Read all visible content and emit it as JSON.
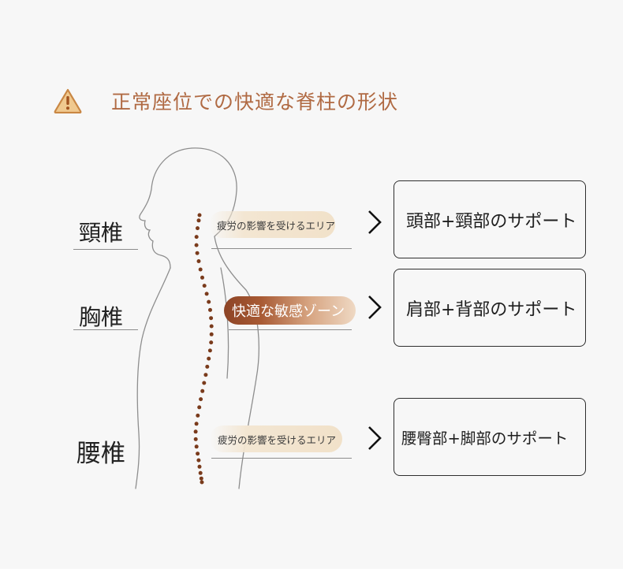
{
  "header": {
    "title": "正常座位での快適な脊柱の形状",
    "icon": "warning-icon",
    "accent_color": "#b06a43"
  },
  "sections": [
    {
      "label": "頸椎",
      "tag": "疲労の影響を受けるエリア",
      "tag_style": "light",
      "support": "頭部+頸部のサポート"
    },
    {
      "label": "胸椎",
      "tag": "快適な敏感ゾーン",
      "tag_style": "dark",
      "support": "肩部+背部のサポート"
    },
    {
      "label": "腰椎",
      "tag": "疲労の影響を受けるエリア",
      "tag_style": "light",
      "support": "腰臀部+脚部のサポート"
    }
  ],
  "colors": {
    "spine_dots": "#7a3b1c",
    "dark_tag": "#8d4426",
    "light_tag": "#f1e1c9"
  }
}
